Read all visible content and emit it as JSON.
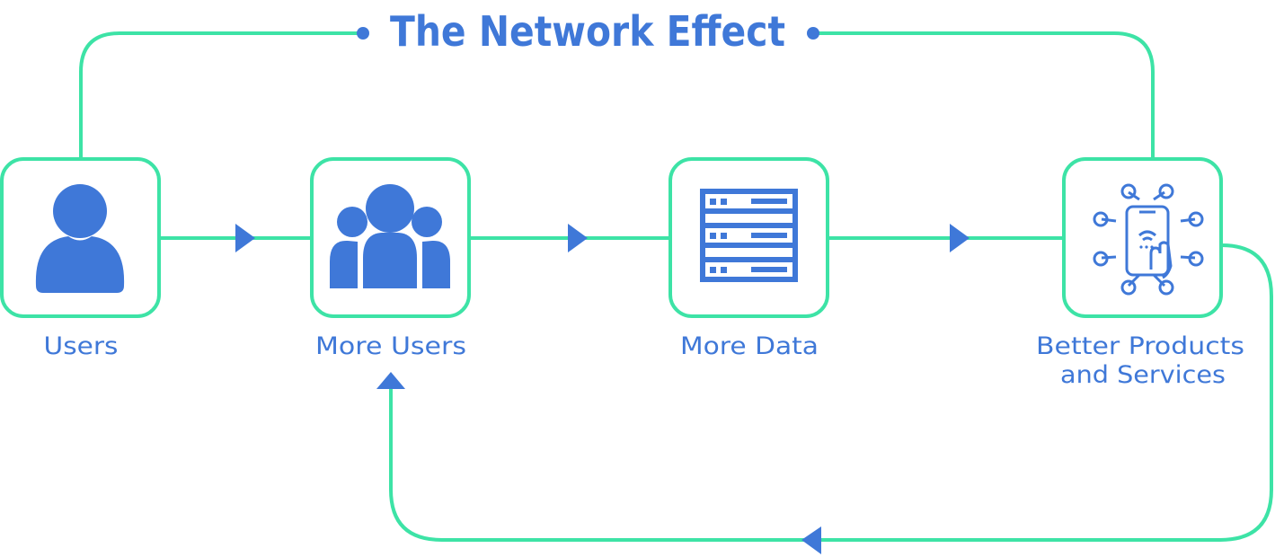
{
  "title": "The Network Effect",
  "nodes": [
    {
      "label": "Users",
      "icon": "user-icon"
    },
    {
      "label": "More Users",
      "icon": "group-users-icon"
    },
    {
      "label": "More Data",
      "icon": "server-icon"
    },
    {
      "label_lines": [
        "Better Products",
        "and Services"
      ],
      "icon": "connected-device-icon"
    }
  ],
  "colors": {
    "accent": "#3f78d8",
    "connector": "#3de3a6",
    "background": "#ffffff"
  }
}
